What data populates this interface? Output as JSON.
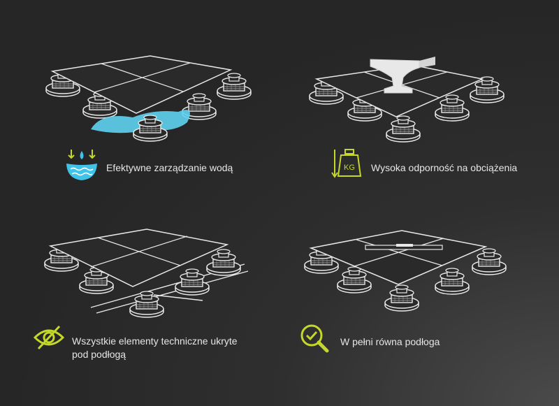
{
  "features": [
    {
      "label": "Efektywne zarządzanie wodą",
      "icon": "water-drops-icon",
      "color": "#3fc3e8"
    },
    {
      "label": "Wysoka odporność na obciążenia",
      "icon": "weight-kg-icon",
      "color": "#c5d82a",
      "icon_text": "KG"
    },
    {
      "label": "Wszystkie elementy techniczne ukryte pod podłogą",
      "icon": "hidden-eye-icon",
      "color": "#c5d82a"
    },
    {
      "label": "W pełni równa podłoga",
      "icon": "magnifier-check-icon",
      "color": "#c5d82a"
    }
  ],
  "colors": {
    "background": "#2b2b2b",
    "line": "#e8e8e8",
    "water": "#5fd3f0",
    "accent": "#c5d82a"
  }
}
